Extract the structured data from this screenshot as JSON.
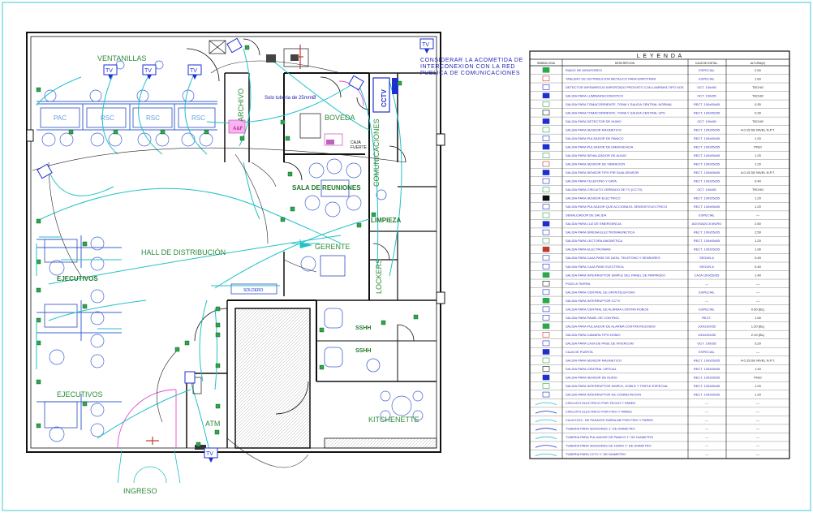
{
  "plan": {
    "labels": {
      "ventanillas": "VENTANILLAS",
      "considerar_line1": "CONSIDERAR LA ACOMETIDA DE",
      "considerar_line2": "INTERCONEXION CON LA RED",
      "considerar_line3": "PUBLICA DE COMUNICACIONES",
      "pac": "PAC",
      "rsc": "RSC",
      "tuberia": "Solo tuberia de 25mmØ",
      "boveda": "BOVEDA",
      "comunicaciones": "COMUNICACIONES",
      "cctv": "CCTV",
      "caja_line1": "CAJA",
      "caja_line2": "FUERTE",
      "sala_reuniones": "SALA DE REUNIONES",
      "limpieza": "LIMPIEZA",
      "hall": "HALL DE DISTRIBUCIÓN",
      "gerente": "GERENTE",
      "ejecutivos_top": "EJECUTIVOS",
      "ejecutivos_bottom": "EJECUTIVOS",
      "lockers": "LOCKERS",
      "sshh": "SSHH",
      "atm": "ATM",
      "kitchenette": "KITCHENETTE",
      "ingreso": "INGRESO",
      "tv": "TV",
      "archivo": "ARCHIVO",
      "adf": "A&F",
      "soldero": "SOLDERO"
    }
  },
  "legend": {
    "title": "L E Y E N D A",
    "headers": [
      "SIMBOLOGIA",
      "DESCRIPCION",
      "CAJA DE INSTAL.",
      "ALTURA(H)"
    ],
    "rows": [
      {
        "desc": "RADIO DE MONITOREO",
        "box": "ESPECIAL",
        "h": "2.50"
      },
      {
        "desc": "TABLERO DE DISTRIBUCION METALICO PARA EMPOTRAR",
        "box": "ESPECIAL",
        "h": "1.60"
      },
      {
        "desc": "DETECTOR INFRARROJO IMPORTADO PROVISTO CON LAMPARA TIPO DOS",
        "box": "OCT. 100x55",
        "h": "TECHO"
      },
      {
        "desc": "SALIDA PARA LUMINARIA DOMOTICO",
        "box": "OCT. 100x55",
        "h": "TECHO"
      },
      {
        "desc": "SALIDA PARA TOMACORRIENTE, TOMA Y SALIDA CENTRAL NORMAL",
        "box": "RECT. 100x55x55",
        "h": "0.30"
      },
      {
        "desc": "SALIDA PARA TOMACORRIENTE, TOMA Y SALIDA CENTRAL UPS",
        "box": "RECT. 100x55x55",
        "h": "0.30"
      },
      {
        "desc": "SALIDA PARA DETECTOR DE HUMO",
        "box": "OCT. 100x55",
        "h": "TECHO"
      },
      {
        "desc": "SALIDA PARA SENSOR MAGNETICO",
        "box": "RECT. 100x55x55",
        "h": "A 0.15 DE NIVEL N.P.T."
      },
      {
        "desc": "SALIDA PARA PULSADOR DE PANICO",
        "box": "RECT. 100x55x55",
        "h": "1.20"
      },
      {
        "desc": "SALIDA PARA PULSADOR DE EMERGENCIA",
        "box": "RECT. 100x55x55",
        "h": "PISO"
      },
      {
        "desc": "SALIDA PARA SENALIZADOR DE AUDIO",
        "box": "RECT. 100x55x55",
        "h": "1.20"
      },
      {
        "desc": "SALIDA PARA SENSOR DE VIBRACION",
        "box": "RECT. 100x55x55",
        "h": "1.20"
      },
      {
        "desc": "SALIDA PARA SENSOR TIPO PIR DUALSENSOR",
        "box": "RECT. 100x55x55",
        "h": "A 0.15 DE NIVEL N.P.T."
      },
      {
        "desc": "SALIDA PARA TELEFONO Y DATA",
        "box": "RECT. 100x55x55",
        "h": "0.40"
      },
      {
        "desc": "SALIDA PARA CIRCUITO CERRADO DE TV (CCTV)",
        "box": "OCT. 100x55",
        "h": "TECHO"
      },
      {
        "desc": "SALIDA PARA SENSOR ELECTRICO",
        "box": "RECT. 100x55x55",
        "h": "1.20"
      },
      {
        "desc": "SALIDA PARA PULSADOR QUE ACCIONA EL SENSOR ELECTRICO",
        "box": "RECT. 100x55x55",
        "h": "1.20"
      },
      {
        "desc": "SENALIZADOR DE SALIDA",
        "box": "ESPECIAL",
        "h": "—"
      },
      {
        "desc": "SALIDA PARA LUZ DE EMERGENCIA",
        "box": "ADOSADO A MURO",
        "h": "2.50"
      },
      {
        "desc": "SALIDA PARA SIRENA ELECTROMAGNETICA",
        "box": "RECT. 100x55x55",
        "h": "2.50"
      },
      {
        "desc": "SALIDA PARA LECTORA MAGNETICA",
        "box": "RECT. 100x55x55",
        "h": "1.20"
      },
      {
        "desc": "SALIDA PARA ELECTROIMAN",
        "box": "RECT. 100x55x55",
        "h": "1.90"
      },
      {
        "desc": "SALIDA PARA CAJA PASE DE DATA, TELEFONO Y SENSORES",
        "box": "SEGUN A",
        "h": "0.40"
      },
      {
        "desc": "SALIDA PARA CAJA PASE ELECTRICA",
        "box": "SEGUN A",
        "h": "0.40"
      },
      {
        "desc": "SALIDA PARA INTERRUPTOR SIMPLE DEL PANEL DE PARPADEO",
        "box": "CAJA 100x55x55",
        "h": "1.40"
      },
      {
        "desc": "POZO A TIERRA",
        "box": "—",
        "h": "—"
      },
      {
        "desc": "SALIDA PARA CENTRAL DE DATA/TELEFONO",
        "box": "ESPECIAL",
        "h": "—"
      },
      {
        "desc": "SALIDA PARA INTERRUPTOR CCTV",
        "box": "—",
        "h": "—"
      },
      {
        "desc": "SALIDA PARA CENTRAL DE ALARMA CONTRA ROBOS",
        "box": "ESPECIAL",
        "h": "0.30 (BL)"
      },
      {
        "desc": "SALIDA PARA PANEL DE CONTROL",
        "box": "RECT.",
        "h": "1.50"
      },
      {
        "desc": "SALIDA PARA PULSADOR DE ALARMA CONTRA INCENDIO",
        "box": "100x100x55",
        "h": "1.20 (BL)"
      },
      {
        "desc": "SALIDA PARA CAMARA TIPO DOMO",
        "box": "100x100x55",
        "h": "2.10 (BL)"
      },
      {
        "desc": "SALIDA PARA CAJA DE PASE DE INTERCOM",
        "box": "OCT. 100x55",
        "h": "3.20"
      },
      {
        "desc": "CAJA DE PUERTA",
        "box": "ESPECIAL",
        "h": "—"
      },
      {
        "desc": "SALIDA PARA SENSOR MAGNETICO",
        "box": "RECT. 100x55x55",
        "h": "A 0.15 DE NIVEL N.P.T."
      },
      {
        "desc": "SALIDA PARA CENTRAL VIRTUAL",
        "box": "RECT. 100x55x55",
        "h": "1.40"
      },
      {
        "desc": "SALIDA PARA SENSOR DE AUDIO",
        "box": "RECT. 100x55x55",
        "h": "PISO"
      },
      {
        "desc": "SALIDA PARA INTERRUPTOR SIMPLE, DOBLE Y TRIPLE ESPECIAL",
        "box": "RECT. 100x55x55",
        "h": "1.20"
      },
      {
        "desc": "SALIDA PARA INTERRUPTOR DE CONMUTACION",
        "box": "RECT. 100x55x55",
        "h": "1.20"
      },
      {
        "desc": "CIRCUITO ELECTRICO POR TECHO Y PARED",
        "box": "—",
        "h": "—"
      },
      {
        "desc": "CIRCUITO ELECTRICO POR PISO Y PARED",
        "box": "—",
        "h": "—"
      },
      {
        "desc": "CAJA ELEC. DE PASANTE EMPALME POR PISO Y PARED",
        "box": "—",
        "h": "—"
      },
      {
        "desc": "TUBERIA PARA SENSORES 1\" DE DIAMETRO",
        "box": "—",
        "h": "—"
      },
      {
        "desc": "TUBERIA PARA PULSADOR DE PANICO 1\" DE DIAMETRO",
        "box": "—",
        "h": "—"
      },
      {
        "desc": "TUBERIA PARA SENSORES DE HUMO 1\" DE DIAMETRO",
        "box": "—",
        "h": "—"
      },
      {
        "desc": "TUBERIA PARA CCTV 1\" DE DIAMETRO",
        "box": "—",
        "h": "—"
      }
    ]
  },
  "colors": {
    "wall": "#111111",
    "conduit": "#22c1c7",
    "label_green": "#2e8b3a",
    "symbol_blue": "#1e2fd0",
    "magenta": "#e64ad6",
    "red": "#c0392b",
    "furniture": "#5a7bd1"
  }
}
